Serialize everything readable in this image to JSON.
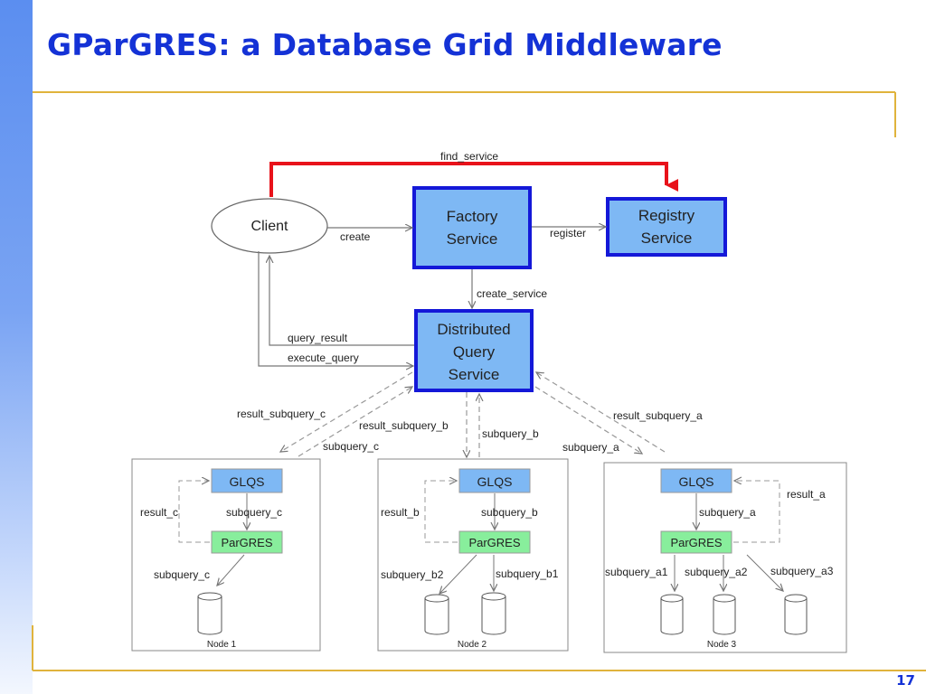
{
  "slide": {
    "title": "GParGRES: a Database Grid Middleware",
    "number": "17"
  },
  "colors": {
    "title": "#1432d6",
    "frame_accent": "#e0b33c",
    "service_fill": "#7eb8f4",
    "service_border": "#1418d8",
    "glqs_fill": "#7eb8f4",
    "pargres_fill": "#88ee9c",
    "find_service_arrow": "#e8121a"
  },
  "diagram": {
    "client": "Client",
    "factory": [
      "Factory",
      "Service"
    ],
    "registry": [
      "Registry",
      "Service"
    ],
    "dqs": [
      "Distributed",
      "Query",
      "Service"
    ],
    "labels": {
      "find_service": "find_service",
      "create": "create",
      "register": "register",
      "create_service": "create_service",
      "query_result": "query_result",
      "execute_query": "execute_query",
      "result_subquery_c": "result_subquery_c",
      "result_subquery_b": "result_subquery_b",
      "result_subquery_a": "result_subquery_a",
      "subquery_c": "subquery_c",
      "subquery_b": "subquery_b",
      "subquery_a": "subquery_a"
    },
    "nodes": [
      {
        "name": "Node 1",
        "glqs": "GLQS",
        "pargres": "ParGRES",
        "result": "result_c",
        "subquery": "subquery_c",
        "dbs": [
          "subquery_c"
        ]
      },
      {
        "name": "Node 2",
        "glqs": "GLQS",
        "pargres": "ParGRES",
        "result": "result_b",
        "subquery": "subquery_b",
        "dbs": [
          "subquery_b2",
          "subquery_b1"
        ]
      },
      {
        "name": "Node 3",
        "glqs": "GLQS",
        "pargres": "ParGRES",
        "result": "result_a",
        "subquery": "subquery_a",
        "dbs": [
          "subquery_a1",
          "subquery_a2",
          "subquery_a3"
        ]
      }
    ]
  }
}
